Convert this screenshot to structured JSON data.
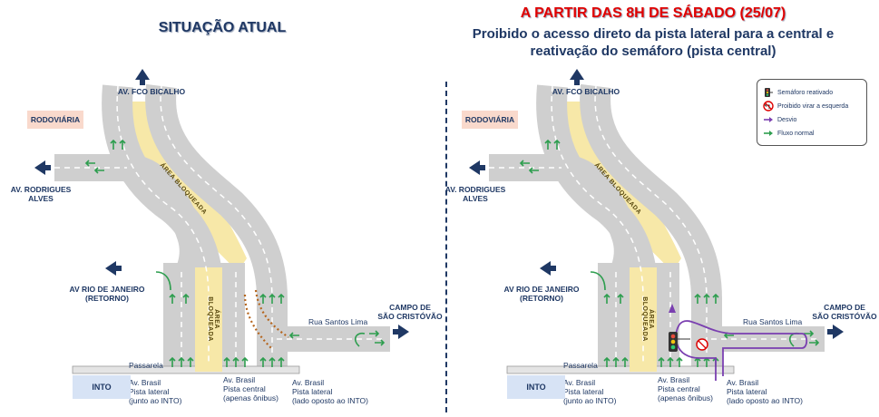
{
  "left": {
    "title": "SITUAÇÃO ATUAL",
    "labels": {
      "fco_bicalho": "AV. FCO BICALHO",
      "rodoviaria": "RODOVIÁRIA",
      "rodrigues_alves": "AV. RODRIGUES\nALVES",
      "rio_janeiro": "AV RIO DE JANEIRO\n(RETORNO)",
      "campo_sao_cristovao": "CAMPO DE\nSÃO CRISTÓVÃO",
      "santos_lima": "Rua Santos Lima",
      "passarela": "Passarela",
      "into": "INTO",
      "pista_lateral_junto": "Av. Brasil\nPista lateral\n(junto ao INTO)",
      "pista_central": "Av. Brasil\nPista central\n(apenas ônibus)",
      "pista_lateral_oposto": "Av. Brasil\nPista lateral\n(lado oposto ao INTO)",
      "area_bloqueada": "ÁREA BLOQUEADA",
      "area_bloqueada_vertical": "ÁREA\nBLOQUEADA"
    }
  },
  "right": {
    "title": "A PARTIR DAS 8H DE SÁBADO (25/07)",
    "subtitle_line1": "Proibido o acesso direto da pista lateral para a central e",
    "subtitle_line2": "reativação do semáforo (pista central)",
    "labels": {
      "fco_bicalho": "AV. FCO BICALHO",
      "rodoviaria": "RODOVIÁRIA",
      "rodrigues_alves": "AV. RODRIGUES\nALVES",
      "rio_janeiro": "AV RIO DE JANEIRO\n(RETORNO)",
      "campo_sao_cristovao": "CAMPO DE\nSÃO CRISTÓVÃO",
      "santos_lima": "Rua Santos Lima",
      "passarela": "Passarela",
      "into": "INTO",
      "pista_lateral_junto": "Av. Brasil\nPista lateral\n(junto ao INTO)",
      "pista_central": "Av. Brasil\nPista central\n(apenas ônibus)",
      "pista_lateral_oposto": "Av. Brasil\nPista lateral\n(lado oposto ao INTO)",
      "area_bloqueada": "ÁREA BLOQUEADA",
      "area_bloqueada_vertical": "ÁREA\nBLOQUEADA"
    },
    "legend": [
      {
        "icon": "traffic-light-icon",
        "label": "Semáforo reativado"
      },
      {
        "icon": "no-left-turn-icon",
        "label": "Proibido virar a esquerda"
      },
      {
        "icon": "purple-arrow-icon",
        "label": "Desvio"
      },
      {
        "icon": "green-arrow-icon",
        "label": "Fluxo normal"
      }
    ]
  },
  "colors": {
    "road": "#cfcfcf",
    "blocked": "#f7e8a8",
    "flow": "#2e9e4f",
    "detour": "#7a3fb0",
    "navy": "#1f3864",
    "title_red": "#e00000",
    "blocked_dotted": "#b5651d"
  }
}
